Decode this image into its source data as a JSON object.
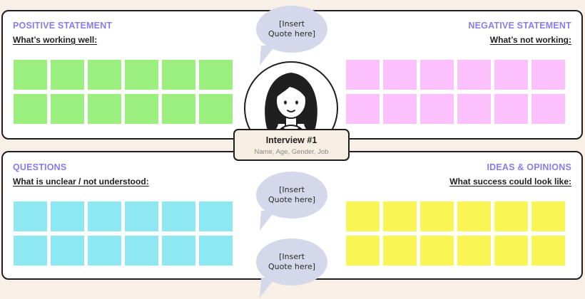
{
  "colors": {
    "background": "#f8efe6",
    "title_purple": "#8a7cf0",
    "positive": "#9bef7f",
    "negative": "#fcc1fc",
    "questions": "#8ee8f2",
    "ideas": "#f8f554",
    "bubble": "#d5d8ea"
  },
  "quadrants": {
    "positive": {
      "title": "POSITIVE STATEMENT",
      "subtitle": "What’s working well:",
      "notes": 12
    },
    "negative": {
      "title": "NEGATIVE STATEMENT",
      "subtitle": "What’s not working:",
      "notes": 12
    },
    "questions": {
      "title": "QUESTIONS",
      "subtitle": "What is unclear / not understood:",
      "notes": 12
    },
    "ideas": {
      "title": "IDEAS & OPINIONS",
      "subtitle": "What success could look like:",
      "notes": 12
    }
  },
  "bubbles": [
    {
      "line1": "[Insert",
      "line2": "Quote here]"
    },
    {
      "line1": "[Insert",
      "line2": "Quote here]"
    },
    {
      "line1": "[Insert",
      "line2": "Quote here]"
    }
  ],
  "interview": {
    "title": "Interview #1",
    "subtitle": "Name, Age, Gender, Job"
  },
  "icons": {
    "avatar": "woman-avatar-icon"
  }
}
